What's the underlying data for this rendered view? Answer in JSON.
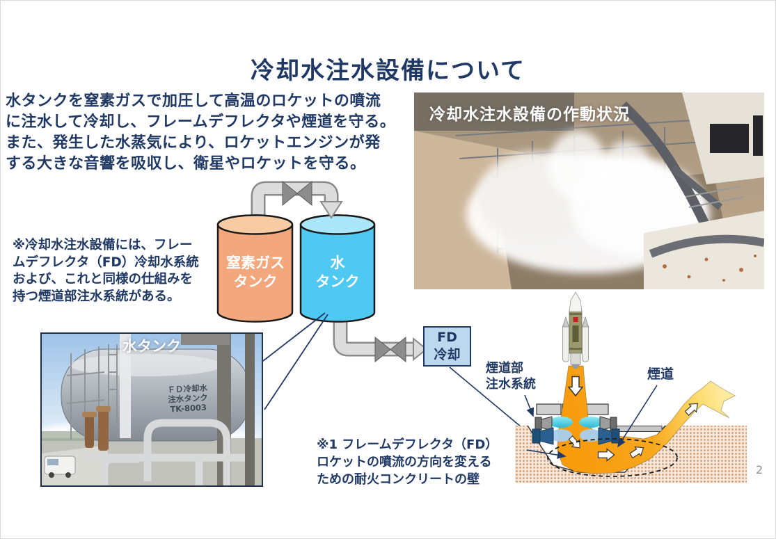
{
  "title": "冷却水注水設備について",
  "intro_text": "水タンクを窒素ガスで加圧して高温のロケットの噴流\nに注水して冷却し、フレームデフレクタや煙道を守る。\nまた、発生した水蒸気により、ロケットエンジンが発\nする大きな音響を吸収し、衛星やロケットを守る。",
  "side_note": "※冷却水注水設備には、フレー\nムデフレクタ（FD）冷却水系統\nおよび、これと同様の仕組みを\n持つ煙道部注水系統がある。",
  "flow_diagram": {
    "n2_tank_label": "窒素ガス\nタンク",
    "water_tank_label": "水\nタンク",
    "fd_box_label": "FD\n冷却"
  },
  "spray_photo": {
    "caption": "冷却水注水設備の作動状況"
  },
  "tank_photo": {
    "caption": "水タンク",
    "tank_sign": "ＦＤ冷却水\n注水タンク\nTK-8003"
  },
  "duct_diagram": {
    "duct_injection_label": "煙道部\n注水系統",
    "duct_label": "煙道",
    "fd_note": "※1 フレームデフレクタ（FD）\nロケットの噴流の方向を変える\nための耐火コンクリートの壁"
  },
  "page_number": "2",
  "colors": {
    "text_navy": "#1f3864",
    "nitrogen_tank": "#f2a87c",
    "water_tank": "#4fc8f2",
    "fd_box_fill": "#bdd7ee",
    "pipe_gray": "#dcdcdc",
    "plume_orange": "#f89c0e",
    "plume_yellow": "#ffea9e",
    "ground_tan": "#d29f77",
    "spray_cyan": "#2fb9d6"
  }
}
